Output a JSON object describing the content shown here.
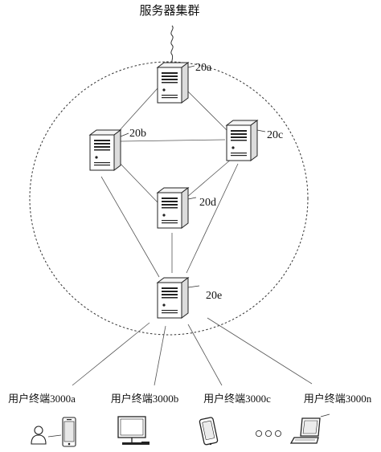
{
  "diagram": {
    "cluster_label": "服务器集群",
    "servers": [
      {
        "id": "20a",
        "label": "20a"
      },
      {
        "id": "20b",
        "label": "20b"
      },
      {
        "id": "20c",
        "label": "20c"
      },
      {
        "id": "20d",
        "label": "20d"
      },
      {
        "id": "20e",
        "label": "20e"
      }
    ],
    "terminals": [
      {
        "id": "3000a",
        "label": "用户终端3000a",
        "icon": "person-phone-icon"
      },
      {
        "id": "3000b",
        "label": "用户终端3000b",
        "icon": "desktop-monitor-icon"
      },
      {
        "id": "3000c",
        "label": "用户终端3000c",
        "icon": "handheld-device-icon"
      },
      {
        "id": "3000n",
        "label": "用户终端3000n",
        "icon": "laptop-icon"
      }
    ],
    "ellipsis_icon": "ellipsis-dots-icon"
  }
}
